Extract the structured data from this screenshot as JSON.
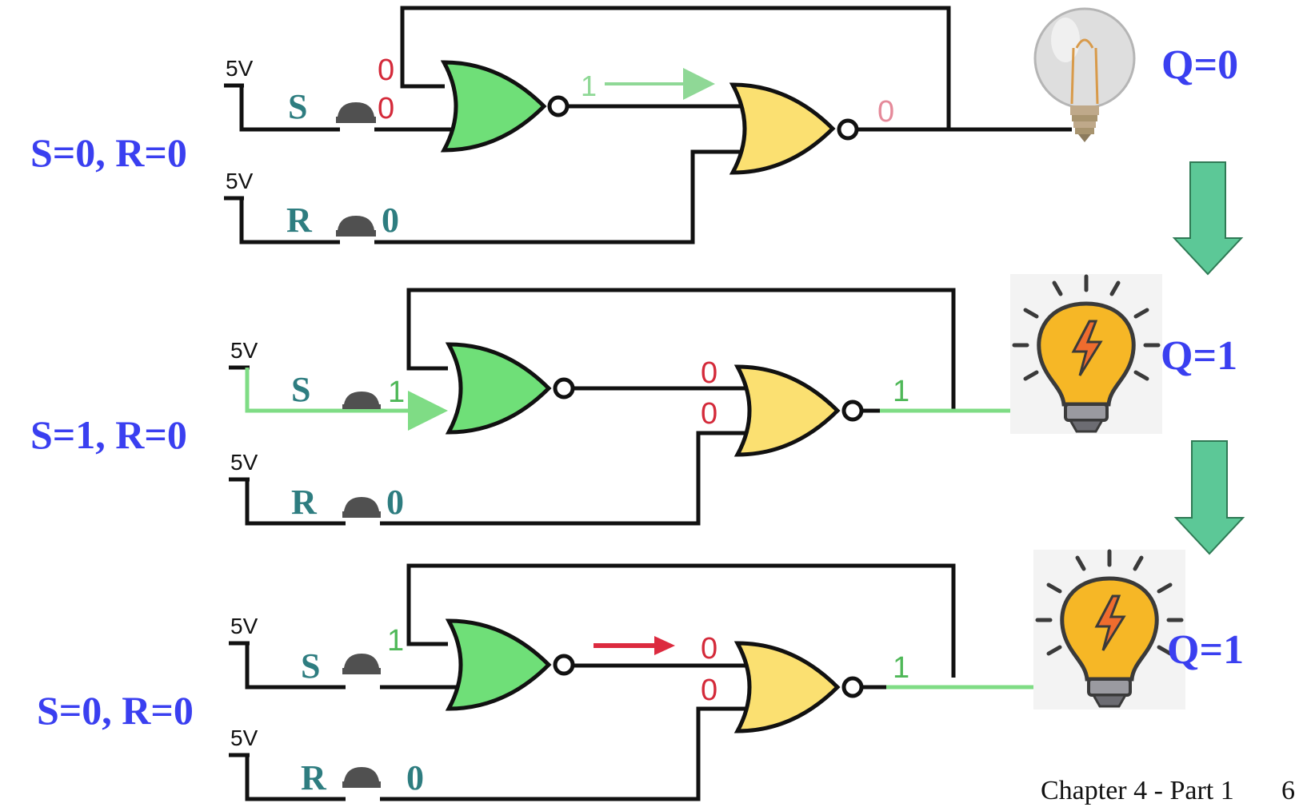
{
  "colors": {
    "state_label": "#3a3ff0",
    "switch_label": "#2e7d80",
    "nor_gate_1": "#6fdf78",
    "nor_gate_2": "#fbe071",
    "active_wire": "#7fdc85",
    "down_arrow": "#5cc897",
    "red_arrow": "#dc2a3f"
  },
  "icons": {
    "bulb_off": "incandescent-bulb-off-icon",
    "bulb_on": "glowing-bulb-icon",
    "switch": "push-button-icon",
    "transition": "down-arrow-icon"
  },
  "panels": [
    {
      "state": "S=0, R=0",
      "q": "Q=0",
      "s_label": "S",
      "r_label": "R",
      "v_top": "5V",
      "v_bottom": "5V",
      "s_switch_value": "0",
      "r_switch_value": "0",
      "gate1_top_in": "0",
      "gate1_out": "1",
      "gate2_out": "0"
    },
    {
      "state": "S=1, R=0",
      "q": "Q=1",
      "s_label": "S",
      "r_label": "R",
      "v_top": "5V",
      "v_bottom": "5V",
      "s_switch_value": "1",
      "r_switch_value": "0",
      "gate2_top_in": "0",
      "gate2_bottom_in": "0",
      "gate2_out": "1"
    },
    {
      "state": "S=0, R=0",
      "q": "Q=1",
      "s_label": "S",
      "r_label": "R",
      "v_top": "5V",
      "v_bottom": "5V",
      "r_switch_value": "0",
      "gate1_top_in": "1",
      "gate2_top_in": "0",
      "gate2_bottom_in": "0",
      "gate2_out": "1"
    }
  ],
  "footer": {
    "chapter": "Chapter 4 - Part 1",
    "page": "6"
  }
}
